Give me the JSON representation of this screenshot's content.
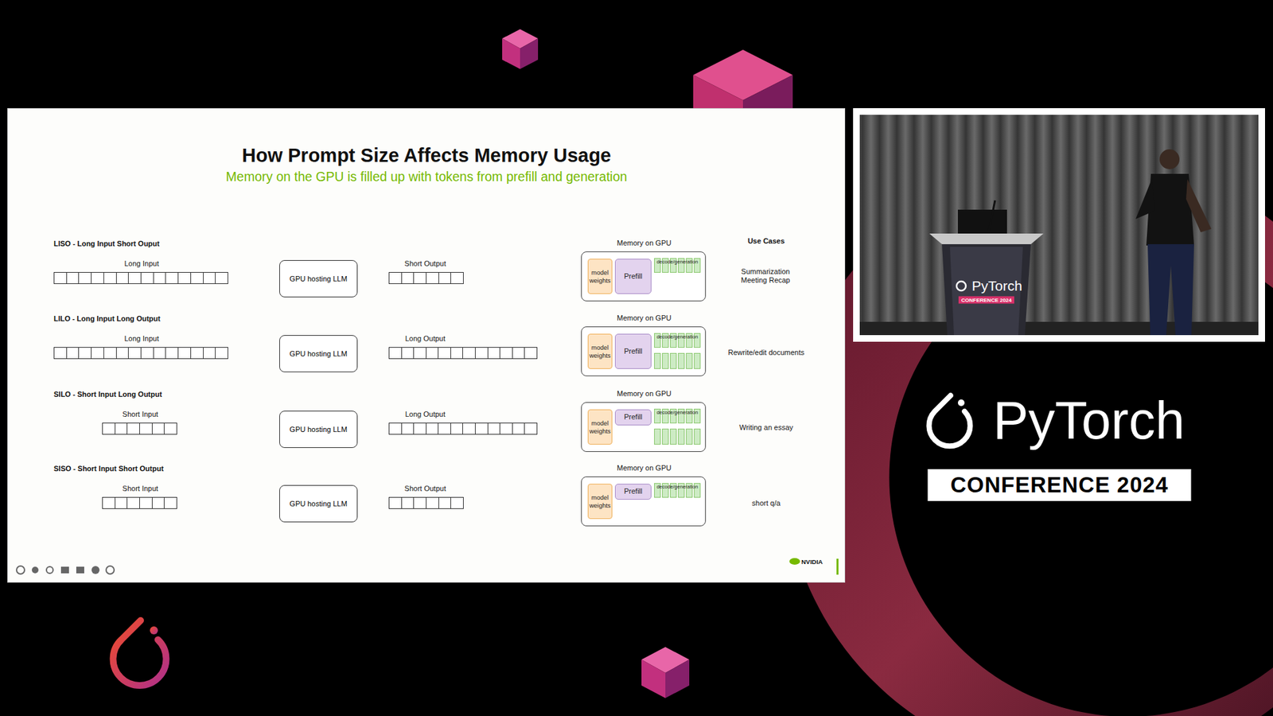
{
  "diagram": {
    "title": "How Prompt Size Affects Memory Usage",
    "nodes": [
      {
        "text": [
          "Long Input"
        ]
      },
      {
        "text": [
          "GPU hosting LLM"
        ]
      },
      {
        "text": [
          "Short Output"
        ]
      },
      {
        "text": [
          "Memory on GPU"
        ]
      },
      {
        "text": [
          "model weights"
        ],
        "in": 3
      },
      {
        "text": [
          "Prefill"
        ],
        "in": 3
      },
      {
        "text": [
          "decode/generation"
        ],
        "in": 3
      },
      {
        "text": [
          "Long Input"
        ]
      },
      {
        "text": [
          "GPU hosting LLM"
        ]
      },
      {
        "text": [
          "Long Output"
        ]
      },
      {
        "text": [
          "Memory on GPU"
        ]
      },
      {
        "text": [
          "model weights"
        ],
        "in": 10
      },
      {
        "text": [
          "Prefill"
        ],
        "in": 10
      },
      {
        "text": [
          "decode/generation"
        ],
        "in": 10
      },
      {
        "text": [
          "Short Input"
        ]
      },
      {
        "text": [
          "GPU hosting LLM"
        ]
      },
      {
        "text": [
          "Long Output"
        ]
      },
      {
        "text": [
          "Memory on GPU"
        ]
      },
      {
        "text": [
          "model weights"
        ],
        "in": 17
      },
      {
        "text": [
          "Prefill"
        ],
        "in": 17
      },
      {
        "text": [
          "decode/generation"
        ],
        "in": 17
      },
      {
        "text": [
          "Short Input"
        ]
      },
      {
        "text": [
          "GPU hosting LLM"
        ]
      },
      {
        "text": [
          "Short Output"
        ]
      },
      {
        "text": [
          "Memory on GPU"
        ]
      },
      {
        "text": [
          "model weights"
        ],
        "in": 24
      },
      {
        "text": [
          "Prefill"
        ],
        "in": 24
      },
      {
        "text": [
          "decode/generation"
        ],
        "in": 24
      }
    ],
    "labels": [
      "Memory on the GPU is filled up with tokens from prefill and generation",
      "LISO - Long Input Short Ouput",
      "Use Cases",
      "Summarization Meeting Recap",
      "LILO - Long Input Long Output",
      "Rewrite/edit documents",
      "SILO - Short Input Long Output",
      "Writing an essay",
      "SISO - Short Input Short Output",
      "short q/a",
      "NVIDIA",
      "PyTorch",
      "CONFERENCE 2024",
      "PyTorch",
      "CONFERENCE 2024"
    ]
  }
}
